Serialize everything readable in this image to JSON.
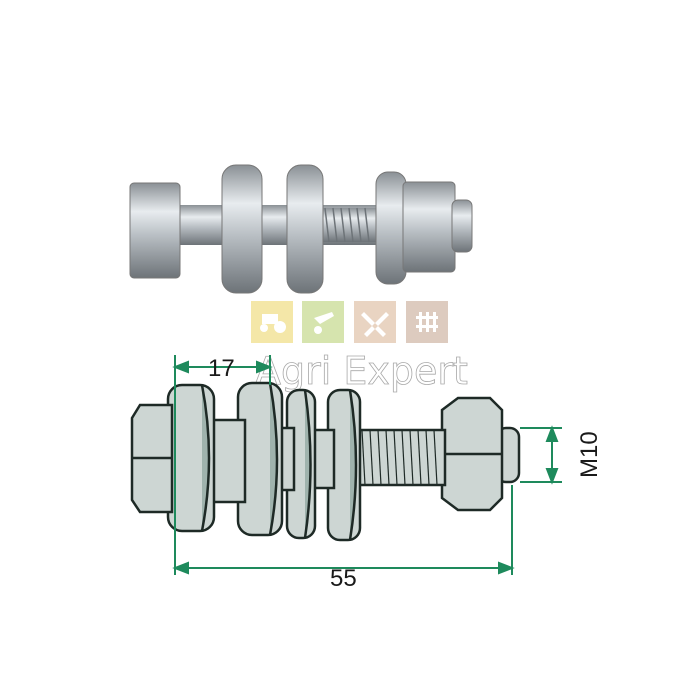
{
  "watermark": {
    "brand": "Agri Expert",
    "icons": [
      "tractor-icon",
      "wheelbarrow-icon",
      "tools-icon",
      "fence-icon"
    ],
    "tile_colors": [
      "#f3e39a",
      "#cfe0a0",
      "#e6cdb8",
      "#d8c2b4"
    ]
  },
  "dimensions": {
    "spacer_length": "17",
    "total_length": "55",
    "thread": "M10"
  },
  "colors": {
    "dimension": "#1e8a5c",
    "part_fill": "#cdd6d3",
    "part_shade": "#9fb3ad",
    "outline": "#1e2a26"
  }
}
